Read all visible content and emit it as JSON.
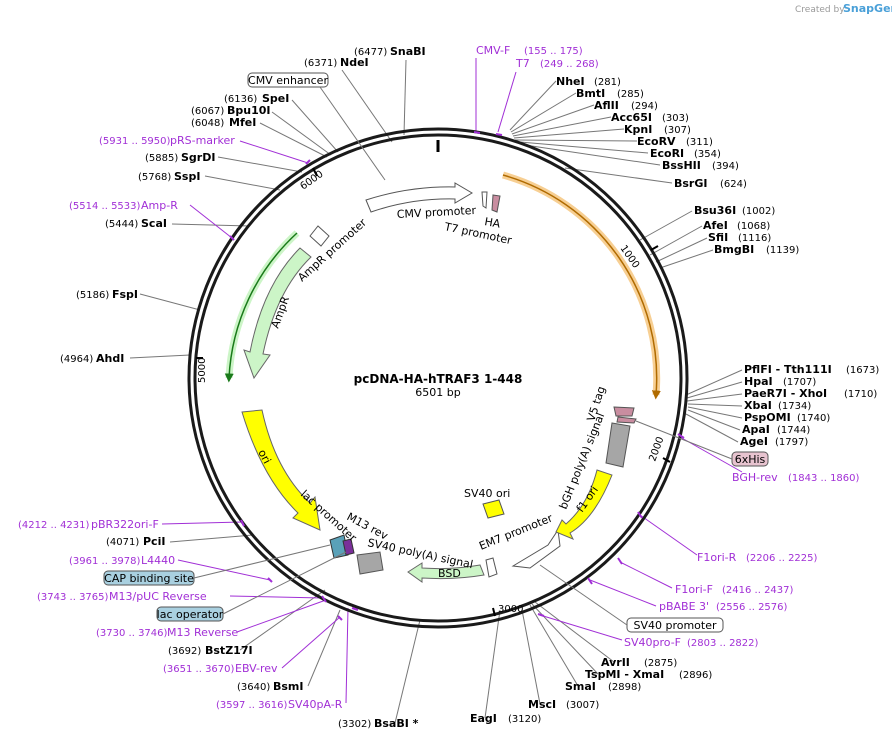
{
  "brand": {
    "prefix": "Created by",
    "name": "SnapGene"
  },
  "plasmid": {
    "name": "pcDNA-HA-hTRAF3 1-448",
    "length": "6501 bp"
  },
  "ticks": [
    "1000",
    "2000",
    "3000",
    "5000",
    "6000"
  ],
  "sites": [
    {
      "name": "SnaBI",
      "pos": "(6477)"
    },
    {
      "name": "NdeI",
      "pos": "(6371)"
    },
    {
      "name": "SpeI",
      "pos": "(6136)"
    },
    {
      "name": "Bpu10I",
      "pos": "(6067)"
    },
    {
      "name": "MfeI",
      "pos": "(6048)"
    },
    {
      "name": "SgrDI",
      "pos": "(5885)"
    },
    {
      "name": "SspI",
      "pos": "(5768)"
    },
    {
      "name": "ScaI",
      "pos": "(5444)"
    },
    {
      "name": "FspI",
      "pos": "(5186)"
    },
    {
      "name": "AhdI",
      "pos": "(4964)"
    },
    {
      "name": "PciI",
      "pos": "(4071)"
    },
    {
      "name": "BstZ17I",
      "pos": "(3692)"
    },
    {
      "name": "BsmI",
      "pos": "(3640)"
    },
    {
      "name": "BsaBI *",
      "pos": "(3302)"
    },
    {
      "name": "EagI",
      "pos": "(3120)"
    },
    {
      "name": "MscI",
      "pos": "(3007)"
    },
    {
      "name": "SmaI",
      "pos": "(2898)"
    },
    {
      "name": "TspMI  - XmaI",
      "pos": "(2896)"
    },
    {
      "name": "AvrII",
      "pos": "(2875)"
    },
    {
      "name": "NheI",
      "pos": "(281)"
    },
    {
      "name": "BmtI",
      "pos": "(285)"
    },
    {
      "name": "AflII",
      "pos": "(294)"
    },
    {
      "name": "Acc65I",
      "pos": "(303)"
    },
    {
      "name": "KpnI",
      "pos": "(307)"
    },
    {
      "name": "EcoRV",
      "pos": "(311)"
    },
    {
      "name": "EcoRI",
      "pos": "(354)"
    },
    {
      "name": "BssHII",
      "pos": "(394)"
    },
    {
      "name": "BsrGI",
      "pos": "(624)"
    },
    {
      "name": "Bsu36I",
      "pos": "(1002)"
    },
    {
      "name": "AfeI",
      "pos": "(1068)"
    },
    {
      "name": "SfiI",
      "pos": "(1116)"
    },
    {
      "name": "BmgBI",
      "pos": "(1139)"
    },
    {
      "name": "PflFI  - Tth111I",
      "pos": "(1673)"
    },
    {
      "name": "HpaI",
      "pos": "(1707)"
    },
    {
      "name": "PaeR7I  - XhoI",
      "pos": "(1710)"
    },
    {
      "name": "XbaI",
      "pos": "(1734)"
    },
    {
      "name": "PspOMI",
      "pos": "(1740)"
    },
    {
      "name": "ApaI",
      "pos": "(1744)"
    },
    {
      "name": "AgeI",
      "pos": "(1797)"
    }
  ],
  "primers": [
    {
      "name": "CMV-F",
      "range": "(155 .. 175)"
    },
    {
      "name": "T7",
      "range": "(249 .. 268)"
    },
    {
      "name": "pRS-marker",
      "range": "(5931 .. 5950)"
    },
    {
      "name": "Amp-R",
      "range": "(5514 .. 5533)"
    },
    {
      "name": "pBR322ori-F",
      "range": "(4212 .. 4231)"
    },
    {
      "name": "L4440",
      "range": "(3961 .. 3978)"
    },
    {
      "name": "M13/pUC Reverse",
      "range": "(3743 .. 3765)"
    },
    {
      "name": "M13 Reverse",
      "range": "(3730 .. 3746)"
    },
    {
      "name": "EBV-rev",
      "range": "(3651 .. 3670)"
    },
    {
      "name": "SV40pA-R",
      "range": "(3597 .. 3616)"
    },
    {
      "name": "BGH-rev",
      "range": "(1843 .. 1860)"
    },
    {
      "name": "F1ori-R",
      "range": "(2206 .. 2225)"
    },
    {
      "name": "F1ori-F",
      "range": "(2416 .. 2437)"
    },
    {
      "name": "pBABE 3'",
      "range": "(2556 .. 2576)"
    },
    {
      "name": "SV40pro-F",
      "range": "(2803 .. 2822)"
    }
  ],
  "boxed_labels": {
    "cmv_enhancer": "CMV enhancer",
    "cap_binding_site": "CAP binding site",
    "lac_operator": "lac operator",
    "his_tag": "6xHis",
    "sv40_promoter": "SV40 promoter"
  },
  "features": {
    "cmv_promoter": "CMV promoter",
    "ha": "HA",
    "t7_promoter": "T7 promoter",
    "ampr_promoter": "AmpR promoter",
    "ampr": "AmpR",
    "ori": "ori",
    "lac_promoter": "lac promoter",
    "m13_rev": "M13 rev",
    "sv40_polya": "SV40 poly(A) signal",
    "sv40_ori": "SV40 ori",
    "em7_promoter": "EM7 promoter",
    "bsd": "BSD",
    "f1_ori": "f1 ori",
    "bgh_polya": "bGH poly(A) signal",
    "v5_tag": "V5 tag"
  },
  "colors": {
    "cds": "#f5a623",
    "ori": "#ffff00",
    "ampr": "#ccf5c7",
    "bsd": "#ccf5c7",
    "primer": "#a12fd6",
    "his_box": "#e7c3cf",
    "blue_box": "#a9d0e0"
  }
}
